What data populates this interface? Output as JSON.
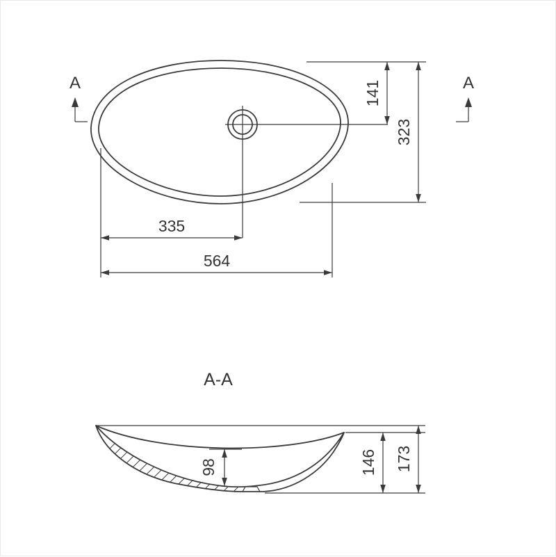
{
  "meta": {
    "background_color": "#ffffff",
    "line_color": "#3a3a3a",
    "text_color": "#333333",
    "drawing_type": "basin technical drawing, plan view and section"
  },
  "top_view": {
    "section_marker_left": "A",
    "section_marker_right": "A",
    "dims": {
      "drain_offset_from_top": "141",
      "overall_depth": "323",
      "drain_offset_from_left": "335",
      "overall_width": "564"
    }
  },
  "section_view": {
    "label": "A-A",
    "dims": {
      "bowl_inner_depth": "98",
      "height_at_rim_end": "146",
      "overall_height": "173"
    }
  }
}
